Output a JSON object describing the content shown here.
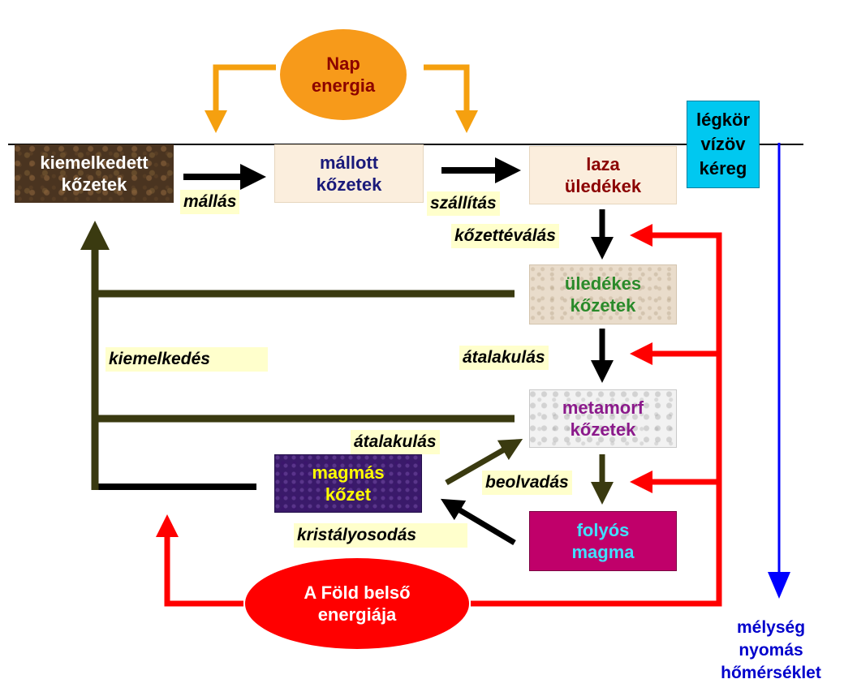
{
  "sun": {
    "lines": [
      "Nap",
      "energia"
    ]
  },
  "boxes": {
    "uplifted": {
      "lines": [
        "kiemelkedett",
        "kőzetek"
      ]
    },
    "weathered": {
      "lines": [
        "mállott",
        "kőzetek"
      ]
    },
    "loose": {
      "lines": [
        "laza",
        "üledékek"
      ]
    },
    "sedimentary": {
      "lines": [
        "üledékes",
        "kőzetek"
      ]
    },
    "metamorphic": {
      "lines": [
        "metamorf",
        "kőzetek"
      ]
    },
    "igneous": {
      "lines": [
        "magmás",
        "kőzet"
      ]
    },
    "magma": {
      "lines": [
        "folyós",
        "magma"
      ]
    },
    "spheres": {
      "lines": [
        "légkör",
        "vízöv",
        "kéreg"
      ]
    }
  },
  "earth_energy": {
    "lines": [
      "A Föld belső",
      "energiája"
    ]
  },
  "labels": {
    "weathering": "mállás",
    "transport": "szállítás",
    "lithification": "kőzettéválás",
    "uplift": "kiemelkedés",
    "metamorphism_1": "átalakulás",
    "metamorphism_2": "átalakulás",
    "melting": "beolvadás",
    "crystallization": "kristályosodás"
  },
  "depth_axis": {
    "lines": [
      "mélység",
      "nyomás",
      "hőmérséklet"
    ]
  },
  "colors": {
    "sun_arrow": "#f5a00f",
    "sun_fill": "#f79a1a",
    "sun_text": "#8b0000",
    "internal_energy": "#ff0000",
    "uplift_arrow": "#3a3a10",
    "process_arrow": "#000000",
    "depth_arrow": "#0000ff",
    "spheres_fill": "#00c8f0",
    "label_fill": "#ffffcc"
  }
}
